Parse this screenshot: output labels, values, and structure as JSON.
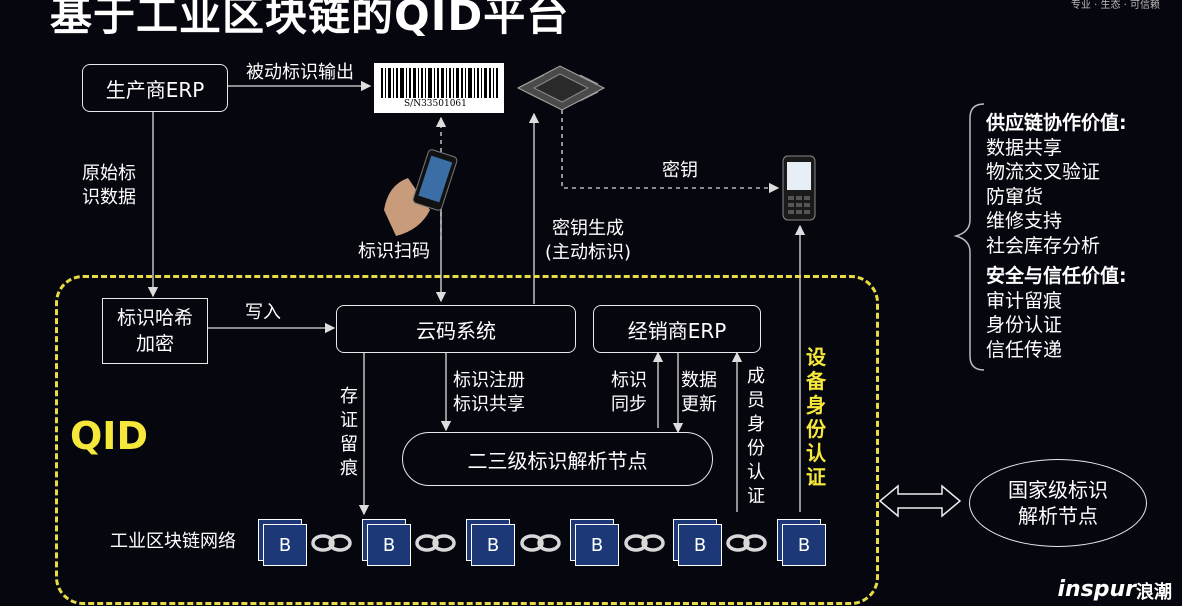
{
  "title": "基于工业区块链的QID平台",
  "tagline": "专业 · 生态 · 可信赖",
  "nodes": {
    "manufacturer_erp": "生产商ERP",
    "hash_encrypt": "标识哈希\n加密",
    "cloud_code": "云码系统",
    "dealer_erp": "经销商ERP",
    "resolution_node": "二三级标识解析节点",
    "national_node": "国家级标识\n解析节点"
  },
  "labels": {
    "passive_output": "被动标识输出",
    "raw_data": "原始标\n识数据",
    "scan": "标识扫码",
    "key": "密钥",
    "keygen": "密钥生成\n(主动标识)",
    "write": "写入",
    "evidence": "存证留痕",
    "register_share": "标识注册\n标识共享",
    "sync": "标识\n同步",
    "update": "数据\n更新",
    "member_auth": "成员身份认证",
    "device_auth": "设备身份认证",
    "qid": "QID",
    "blockchain_network": "工业区块链网络",
    "barcode_sn": "S/N33501061"
  },
  "block_label": "B",
  "blocks": [
    "B",
    "B",
    "B",
    "B",
    "B",
    "B"
  ],
  "values_panel": {
    "supply_chain_title": "供应链协作价值:",
    "supply_chain_items": [
      "数据共享",
      "物流交叉验证",
      "防窜货",
      "维修支持",
      "社会库存分析"
    ],
    "trust_title": "安全与信任价值:",
    "trust_items": [
      "审计留痕",
      "身份认证",
      "信任传递"
    ]
  },
  "brand": {
    "en": "inspur",
    "cn": "浪潮"
  },
  "colors": {
    "accent_yellow": "#f5e83a",
    "block_blue": "#1c3877",
    "background": "#06060f"
  }
}
